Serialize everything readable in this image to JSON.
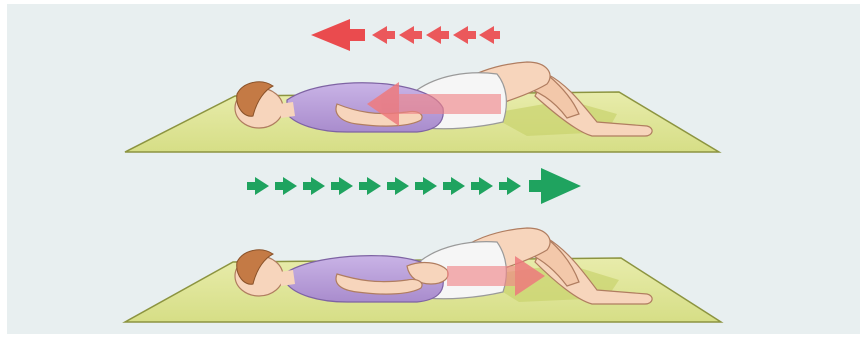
{
  "illustration": {
    "subject": "pelvic-tilt-exercise",
    "panels": [
      {
        "id": "top",
        "arrow_direction": "left",
        "arrow_color": "#ea4b4e",
        "pose": "back-arched"
      },
      {
        "id": "bottom",
        "arrow_direction": "right",
        "arrow_color": "#1fa35f",
        "pose": "back-flattened"
      }
    ],
    "colors": {
      "background": "#e8eff0",
      "mat": "#dfe59a",
      "mat_edge": "#8c9440",
      "shirt": "#b79ad8",
      "shorts": "#f6f6f6",
      "skin": "#f7d5bc",
      "hair": "#c47a45",
      "movement_arrow": "#f08688"
    },
    "icons": [
      "arrow-left-icon",
      "arrow-right-icon"
    ]
  }
}
